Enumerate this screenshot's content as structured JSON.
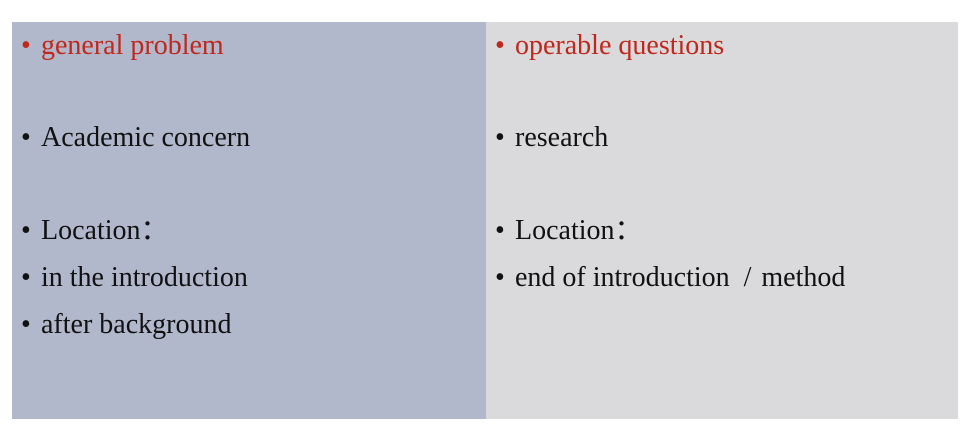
{
  "left": {
    "heading": "general problem",
    "items": [
      "Academic concern",
      "Location：",
      "in the introduction",
      "after background"
    ]
  },
  "right": {
    "heading": "operable questions",
    "items": [
      "research",
      "Location：",
      "end of introduction",
      "/",
      "method"
    ]
  },
  "bullet": "•",
  "colors": {
    "left_panel": "#b1b8cc",
    "right_panel": "#dad9db",
    "heading_text": "#c0281c",
    "body_text": "#111111"
  }
}
